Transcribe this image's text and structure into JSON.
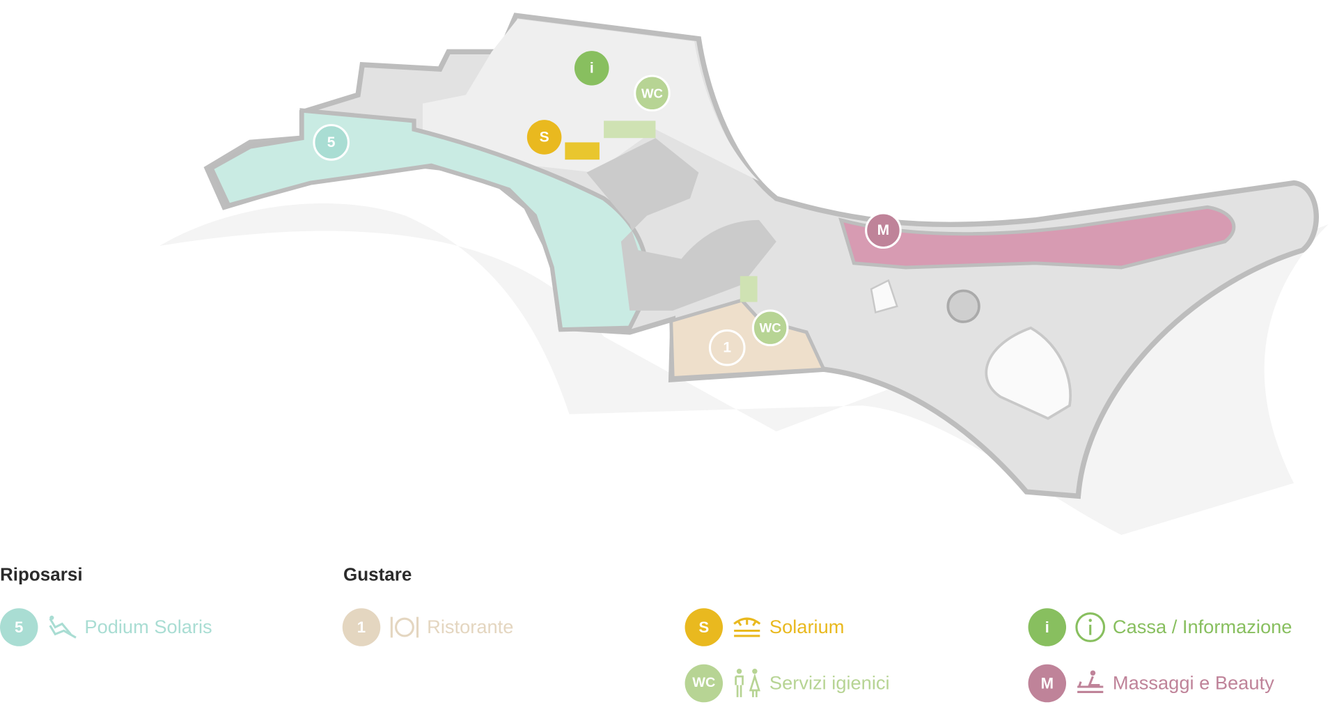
{
  "colors": {
    "relax": "#a9ddd3",
    "food": "#e4d6c0",
    "solarium": "#e9b91f",
    "wc": "#b7d494",
    "info": "#88bf5f",
    "massage": "#bf8399",
    "floor": "#d6d6d6",
    "wall": "#bdbdbd"
  },
  "map": {
    "markers": [
      {
        "id": "info",
        "label": "i"
      },
      {
        "id": "wc-top",
        "label": "WC"
      },
      {
        "id": "solarium",
        "label": "S"
      },
      {
        "id": "podium",
        "label": "5"
      },
      {
        "id": "massage",
        "label": "M"
      },
      {
        "id": "wc-bottom",
        "label": "WC"
      },
      {
        "id": "restaurant",
        "label": "1"
      }
    ]
  },
  "legend": {
    "groups": [
      {
        "title": "Riposarsi"
      },
      {
        "title": "Gustare"
      }
    ],
    "items": [
      {
        "badge": "5",
        "label": "Podium Solaris",
        "icon": "lounger-icon"
      },
      {
        "badge": "1",
        "label": "Ristorante",
        "icon": "cutlery-plate-icon"
      },
      {
        "badge": "S",
        "label": "Solarium",
        "icon": "sunbed-lamp-icon"
      },
      {
        "badge": "i",
        "label": "Cassa / Informazione",
        "icon": "info-circle-icon"
      },
      {
        "badge": "WC",
        "label": "Servizi igienici",
        "icon": "restroom-people-icon"
      },
      {
        "badge": "M",
        "label": "Massaggi e Beauty",
        "icon": "massage-icon"
      }
    ]
  }
}
